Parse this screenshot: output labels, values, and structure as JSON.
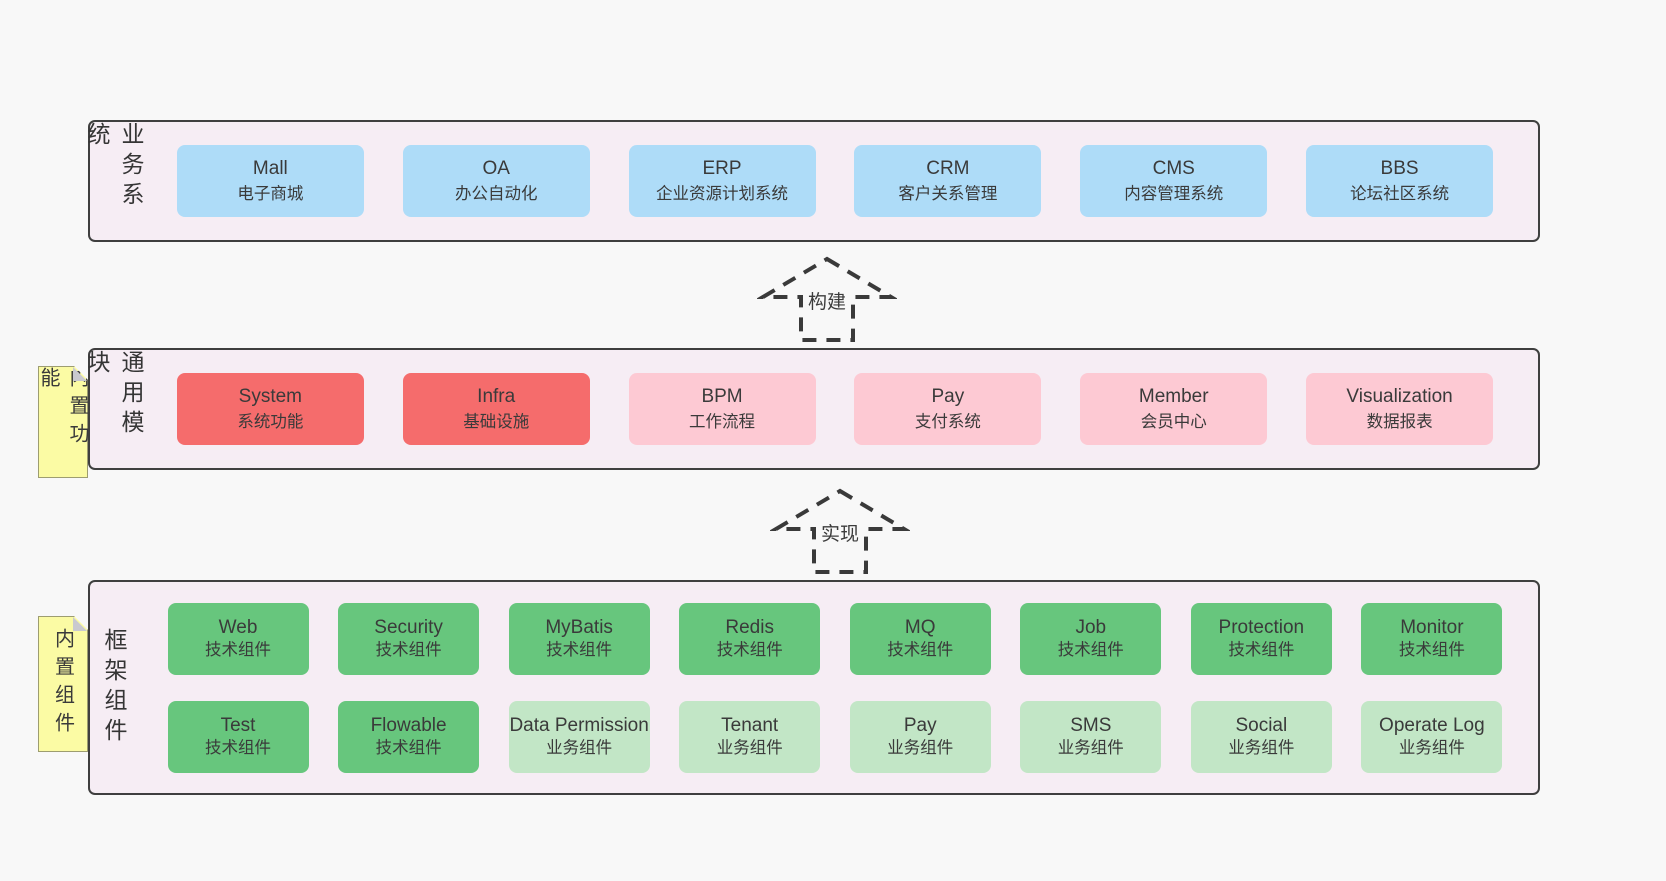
{
  "colors": {
    "page_bg": "#f8f8f8",
    "panel_bg": "#f6edf4",
    "panel_border": "#3f3f3f",
    "blue": "#aedcf8",
    "red": "#f56c6c",
    "pink": "#fdc9d3",
    "green": "#67c67d",
    "green_light": "#c2e6c6",
    "sticky_yellow": "#fbfba4",
    "text": "#3a3a3a"
  },
  "arrows": [
    {
      "label": "构建"
    },
    {
      "label": "实现"
    }
  ],
  "sections": [
    {
      "label": "业务系统",
      "boxes": [
        {
          "title": "Mall",
          "subtitle": "电子商城",
          "variant": "blue"
        },
        {
          "title": "OA",
          "subtitle": "办公自动化",
          "variant": "blue"
        },
        {
          "title": "ERP",
          "subtitle": "企业资源计划系统",
          "variant": "blue"
        },
        {
          "title": "CRM",
          "subtitle": "客户关系管理",
          "variant": "blue"
        },
        {
          "title": "CMS",
          "subtitle": "内容管理系统",
          "variant": "blue"
        },
        {
          "title": "BBS",
          "subtitle": "论坛社区系统",
          "variant": "blue"
        }
      ]
    },
    {
      "label": "通用模块",
      "side_note": "内置功能",
      "boxes": [
        {
          "title": "System",
          "subtitle": "系统功能",
          "variant": "red"
        },
        {
          "title": "Infra",
          "subtitle": "基础设施",
          "variant": "red"
        },
        {
          "title": "BPM",
          "subtitle": "工作流程",
          "variant": "pink"
        },
        {
          "title": "Pay",
          "subtitle": "支付系统",
          "variant": "pink"
        },
        {
          "title": "Member",
          "subtitle": "会员中心",
          "variant": "pink"
        },
        {
          "title": "Visualization",
          "subtitle": "数据报表",
          "variant": "pink"
        }
      ]
    },
    {
      "label": "框架组件",
      "side_note": "内置组件",
      "rows": [
        [
          {
            "title": "Web",
            "subtitle": "技术组件",
            "variant": "green"
          },
          {
            "title": "Security",
            "subtitle": "技术组件",
            "variant": "green"
          },
          {
            "title": "MyBatis",
            "subtitle": "技术组件",
            "variant": "green"
          },
          {
            "title": "Redis",
            "subtitle": "技术组件",
            "variant": "green"
          },
          {
            "title": "MQ",
            "subtitle": "技术组件",
            "variant": "green"
          },
          {
            "title": "Job",
            "subtitle": "技术组件",
            "variant": "green"
          },
          {
            "title": "Protection",
            "subtitle": "技术组件",
            "variant": "green"
          },
          {
            "title": "Monitor",
            "subtitle": "技术组件",
            "variant": "green"
          }
        ],
        [
          {
            "title": "Test",
            "subtitle": "技术组件",
            "variant": "green"
          },
          {
            "title": "Flowable",
            "subtitle": "技术组件",
            "variant": "green"
          },
          {
            "title": "Data Permission",
            "subtitle": "业务组件",
            "variant": "green-light"
          },
          {
            "title": "Tenant",
            "subtitle": "业务组件",
            "variant": "green-light"
          },
          {
            "title": "Pay",
            "subtitle": "业务组件",
            "variant": "green-light"
          },
          {
            "title": "SMS",
            "subtitle": "业务组件",
            "variant": "green-light"
          },
          {
            "title": "Social",
            "subtitle": "业务组件",
            "variant": "green-light"
          },
          {
            "title": "Operate Log",
            "subtitle": "业务组件",
            "variant": "green-light"
          }
        ]
      ]
    }
  ]
}
